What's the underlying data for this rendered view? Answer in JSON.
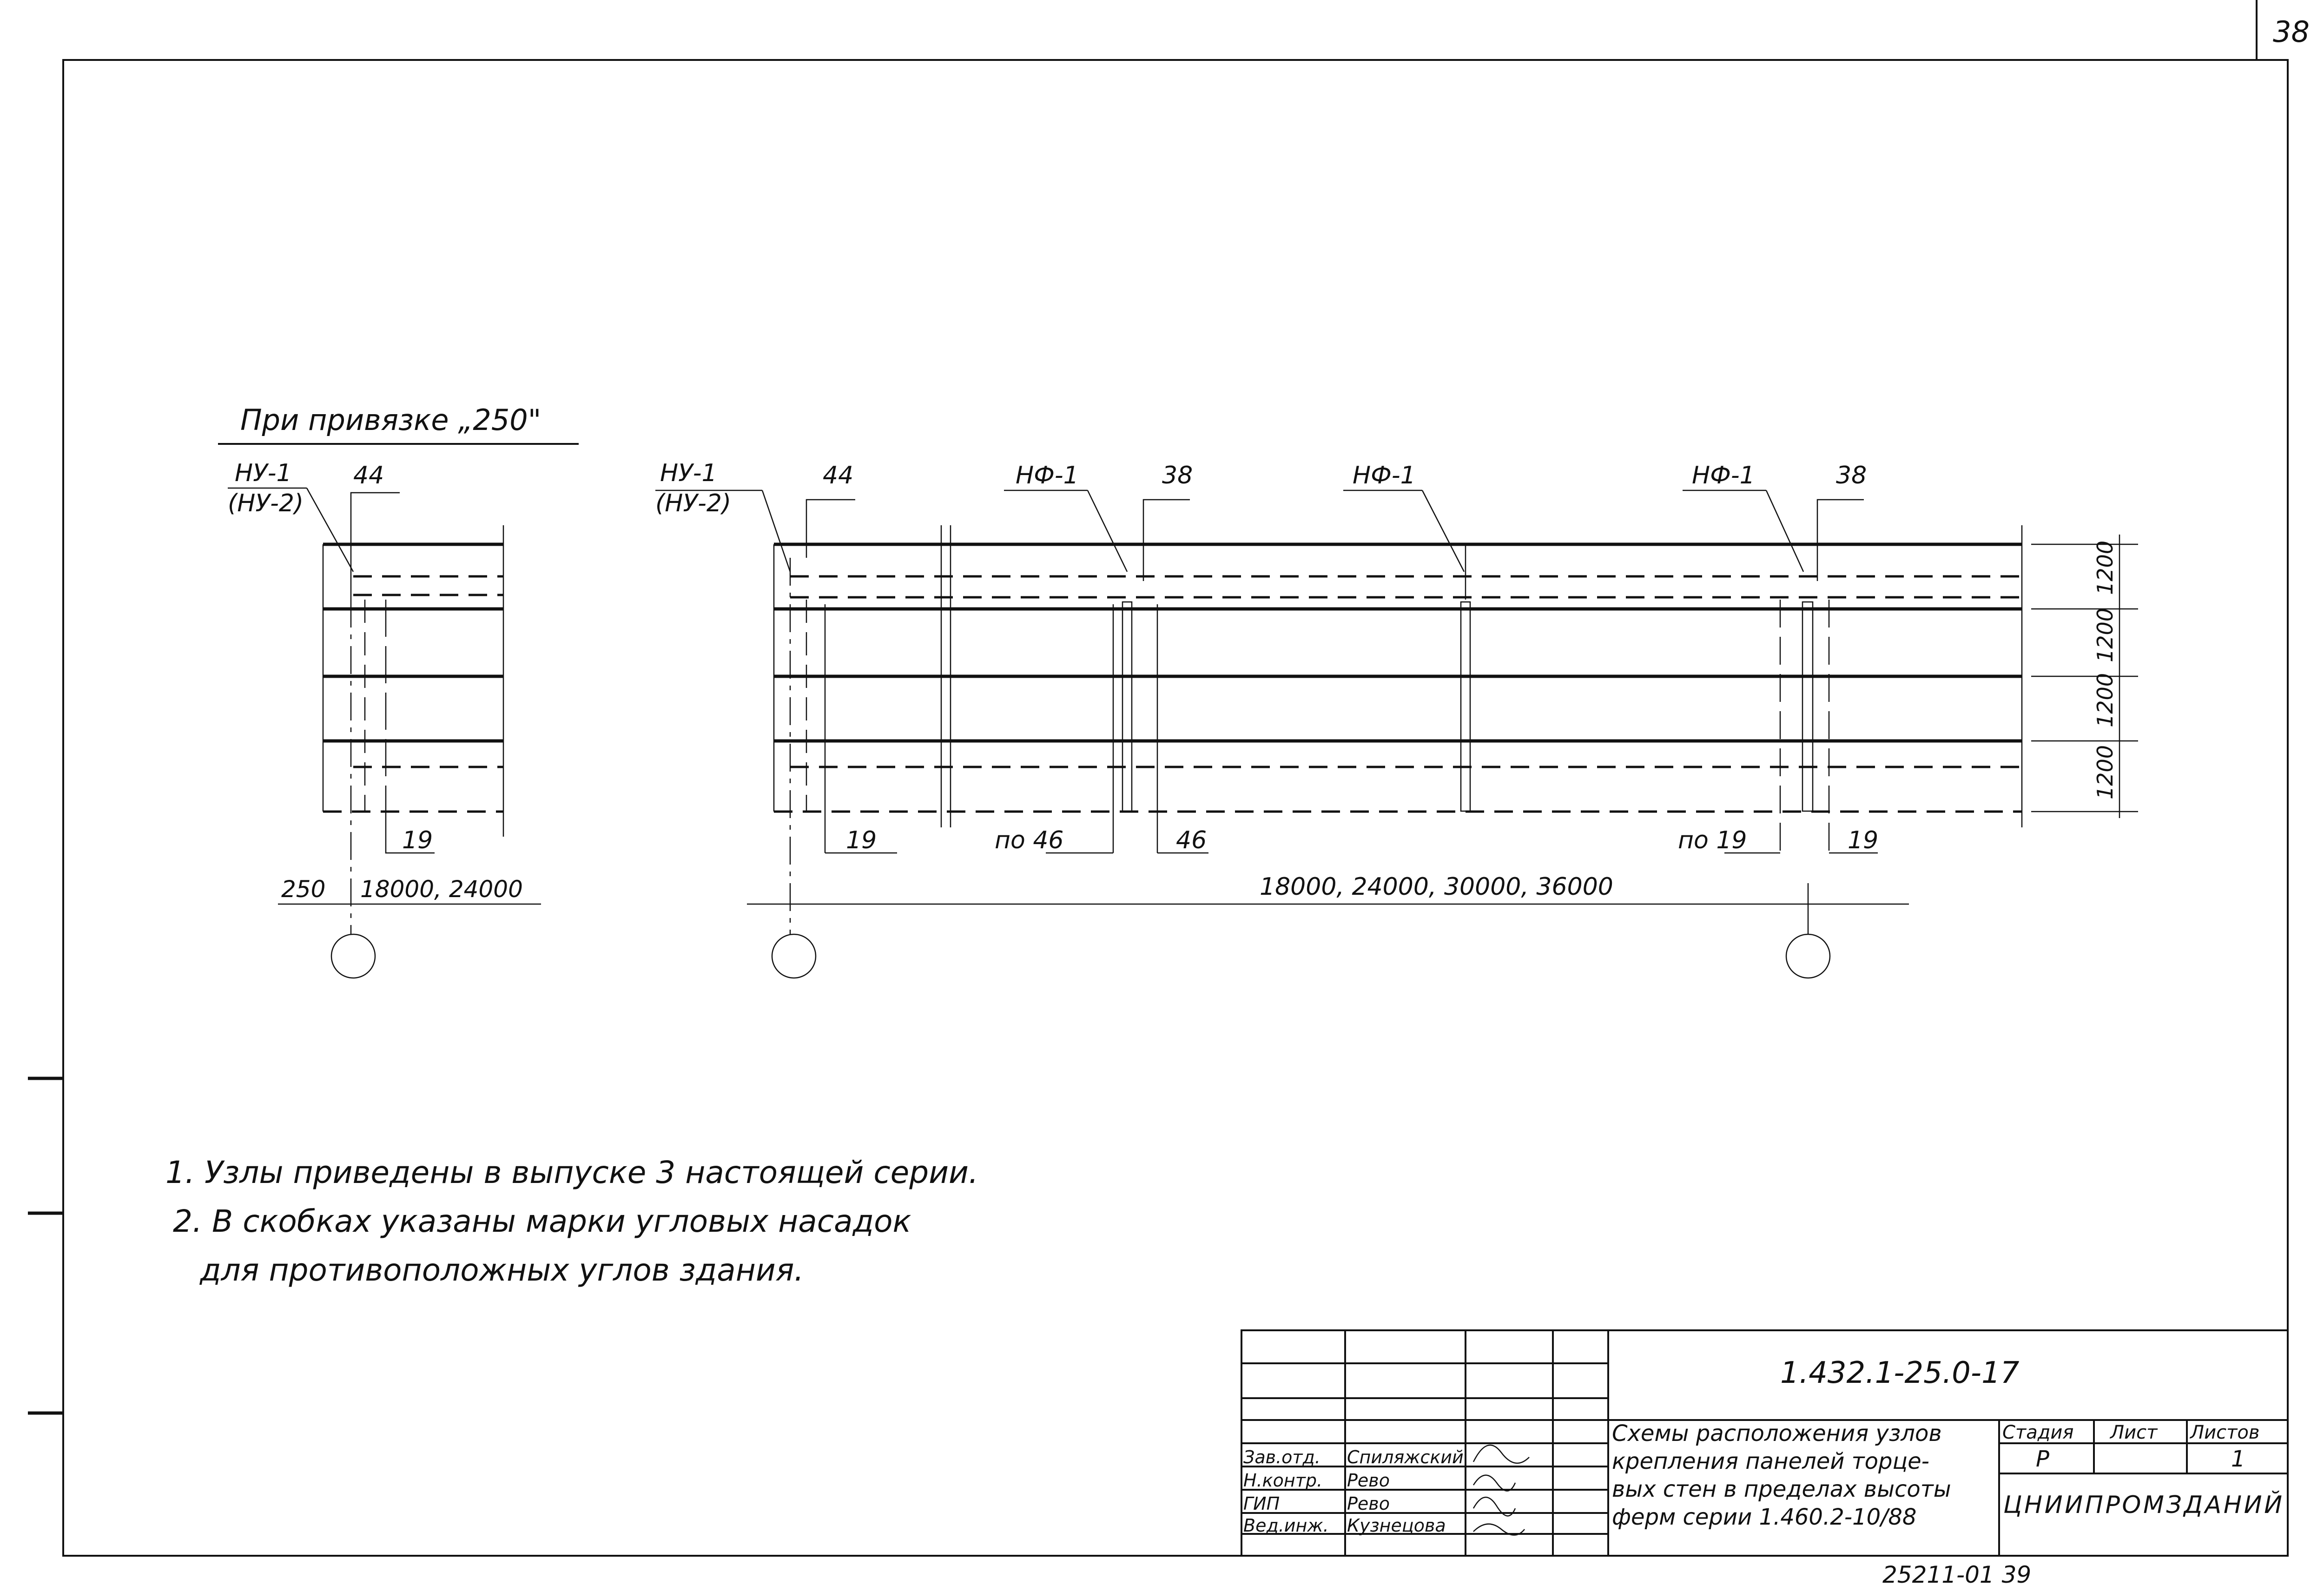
{
  "sheet_number": "38",
  "heading": "При привязке „250\"",
  "left_scheme": {
    "mark": "НУ-1",
    "mark_alt": "(НУ-2)",
    "dim_top": "44",
    "dim_bottom": "19",
    "offset": "250",
    "span": "18000, 24000"
  },
  "main_scheme": {
    "mark_corner": "НУ-1",
    "mark_corner_alt": "(НУ-2)",
    "dim_corner": "44",
    "marks_f": [
      "НФ-1",
      "НФ-1",
      "НФ-1"
    ],
    "dim_38_a": "38",
    "dim_38_b": "38",
    "bottom_dims": [
      "19",
      "по 46",
      "46",
      "по 19",
      "19"
    ],
    "span": "18000, 24000, 30000, 36000",
    "heights": [
      "1200",
      "1200",
      "1200",
      "1200"
    ]
  },
  "notes": [
    "1. Узлы приведены в выпуске 3 настоящей серии.",
    "2. В скобках указаны марки угловых насадок",
    "для противоположных углов здания."
  ],
  "title_block": {
    "code": "1.432.1-25.0-17",
    "title_lines": [
      "Схемы расположения узлов",
      "крепления панелей торце-",
      "вых стен в пределах высоты",
      "ферм  серии 1.460.2-10/88"
    ],
    "stage_header": "Стадия",
    "sheet_header": "Лист",
    "sheets_header": "Листов",
    "stage": "Р",
    "sheet": "",
    "sheets": "1",
    "organization": "ЦНИИПРОМЗДАНИЙ",
    "signatures": [
      {
        "role": "Зав.отд.",
        "name": "Спиляжский"
      },
      {
        "role": "Н.контр.",
        "name": "Рево"
      },
      {
        "role": "ГИП",
        "name": "Рево"
      },
      {
        "role": "Вед.инж.",
        "name": "Кузнецова"
      }
    ]
  },
  "inventory": "25211-01   39"
}
